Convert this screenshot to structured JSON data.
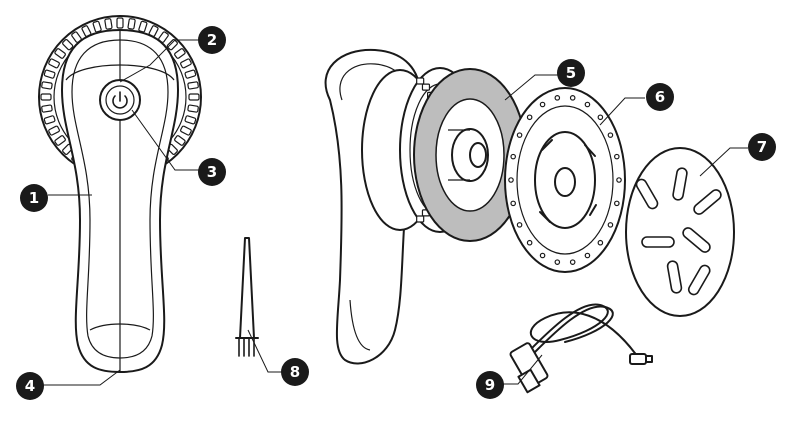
{
  "callouts": [
    {
      "id": "1",
      "label": "1"
    },
    {
      "id": "2",
      "label": "2"
    },
    {
      "id": "3",
      "label": "3"
    },
    {
      "id": "4",
      "label": "4"
    },
    {
      "id": "5",
      "label": "5"
    },
    {
      "id": "6",
      "label": "6"
    },
    {
      "id": "7",
      "label": "7"
    },
    {
      "id": "8",
      "label": "8"
    },
    {
      "id": "9",
      "label": "9"
    }
  ],
  "icons": {
    "power": "power-icon"
  },
  "colors": {
    "line": "#1a1a1a",
    "badge": "#1a1a1a",
    "badge_text": "#ffffff",
    "gasket": "#bdbdbd"
  }
}
